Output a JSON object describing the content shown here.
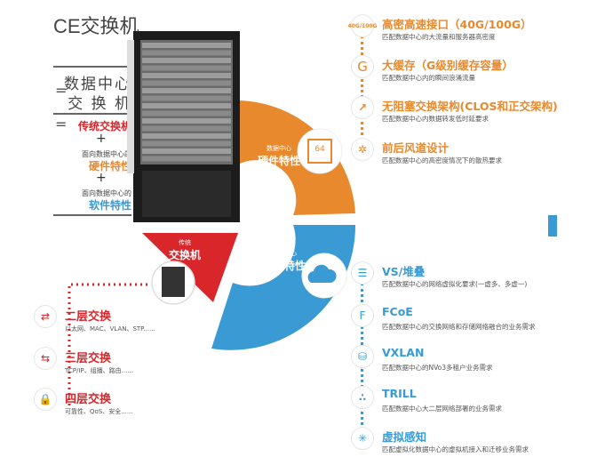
{
  "left": {
    "title": "CE交换机",
    "eq1_line1": "数据中心",
    "eq1_line2": "交 换 机",
    "eq2_traditional": "传统交换机",
    "plus": "+",
    "hw_prefix": "面向数据中心的",
    "hw_label": "硬件特性",
    "sw_prefix": "面向数据中心的",
    "sw_label": "软件特性",
    "eq_sign": "="
  },
  "segments": {
    "hardware": {
      "small": "数据中心",
      "big": "硬件特性",
      "icon_text": "64",
      "color": "#e8892e"
    },
    "software": {
      "small": "数据中心",
      "big": "软件特性",
      "color": "#3a9ad4"
    },
    "traditional": {
      "small": "传统",
      "big": "交换机",
      "color": "#d8262b"
    }
  },
  "hardware_features": [
    {
      "icon": "40G/100G",
      "title": "高密高速接口（40G/100G）",
      "desc": "匹配数据中心的大流量和服务器高密度"
    },
    {
      "icon": "G",
      "title": "大缓存（G级别缓存容量）",
      "desc": "匹配数据中心内的瞬间浪涌流量"
    },
    {
      "icon": "share-icon",
      "title": "无阻塞交换架构(CLOS和正交架构)",
      "desc": "匹配数据中心内数据转发低时延要求"
    },
    {
      "icon": "fan-icon",
      "title": "前后风道设计",
      "desc": "匹配数据中心的高密度情况下的散热要求"
    }
  ],
  "software_features": [
    {
      "icon": "stack-icon",
      "title": "VS/堆叠",
      "desc": "匹配数据中心的网络虚拟化要求(一虚多、多虚一)"
    },
    {
      "icon": "F",
      "title": "FCoE",
      "desc": "匹配数据中心的交换网络和存储网络融合的业务需求"
    },
    {
      "icon": "database-icon",
      "title": "VXLAN",
      "desc": "匹配数据中心的NVo3多租户业务需求"
    },
    {
      "icon": "nodes-icon",
      "title": "TRILL",
      "desc": "匹配数据中心大二层网络部署的业务需求"
    },
    {
      "icon": "network-icon",
      "title": "虚拟感知",
      "desc": "匹配虚拟化数据中心的虚拟机接入和迁移业务需求"
    }
  ],
  "layers": [
    {
      "icon": "swap-icon",
      "title": "二层交换",
      "desc": "以太网、MAC、VLAN、STP......"
    },
    {
      "icon": "route-icon",
      "title": "三层交换",
      "desc": "TCP/IP、组播、路由......"
    },
    {
      "icon": "lock-icon",
      "title": "四层交换",
      "desc": "可靠性、QoS、安全......"
    }
  ]
}
